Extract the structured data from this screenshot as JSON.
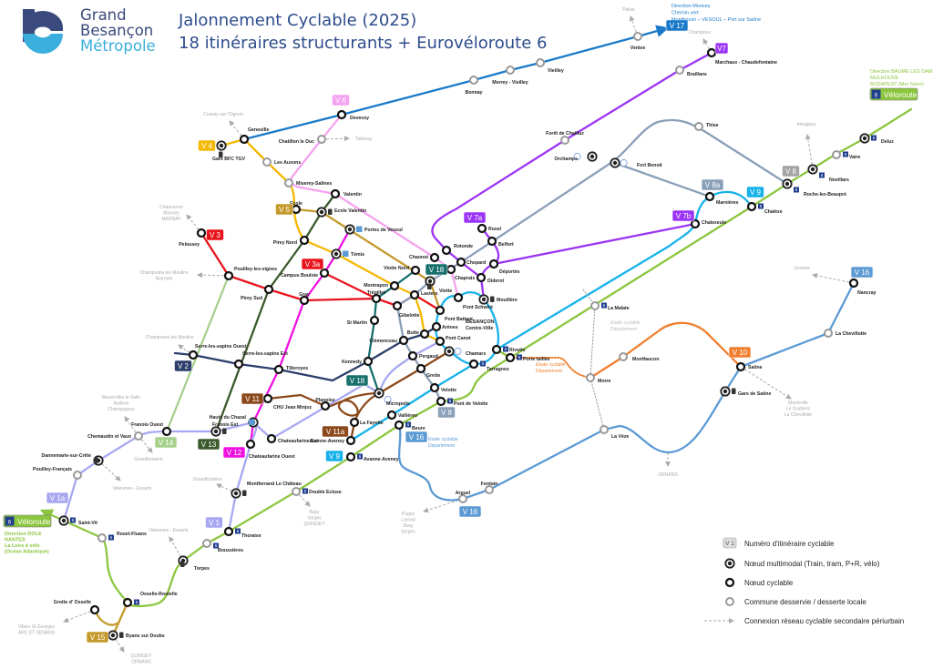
{
  "logo": {
    "line1": "Grand",
    "line2": "Besançon",
    "line3": "Métropole"
  },
  "title": {
    "line1": "Jalonnement Cyclable (2025)",
    "line2": "18 itinéraires structurants + Eurovéloroute 6"
  },
  "colors": {
    "V17": "#1a7ac9",
    "V4": "#f5b800",
    "V6": "#f5a3f0",
    "V5": "#c49a2c",
    "V3": "#e8141c",
    "V13": "#3b5a2c",
    "V12": "#f010e0",
    "V14": "#a6d08c",
    "V2": "#2c3e6a",
    "V18": "#17706c",
    "V8": "#8a9fb8",
    "V8badge": "#a3a3a3",
    "V9": "#17b2ea",
    "V7": "#9b34f5",
    "V11": "#8c4a1c",
    "V1": "#a8a8f2",
    "V10": "#f08030",
    "V16": "#5c9ad4",
    "V15": "#c49a2c",
    "EV6": "#8cc63f",
    "ev6_square": "#1f3e8c",
    "secondary": "#aaaaaa",
    "title": "#2e4c8c"
  },
  "routes": [
    {
      "id": "V17",
      "label": "V 17"
    },
    {
      "id": "V4",
      "label": "V 4"
    },
    {
      "id": "V6",
      "label": "V 6"
    },
    {
      "id": "V5",
      "label": "V 5"
    },
    {
      "id": "V3",
      "label": "V 3"
    },
    {
      "id": "V3a",
      "label": "V 3a"
    },
    {
      "id": "V18",
      "label": "V 18"
    },
    {
      "id": "V7a",
      "label": "V 7a"
    },
    {
      "id": "V7",
      "label": "V7"
    },
    {
      "id": "V7b",
      "label": "V 7b"
    },
    {
      "id": "V8a",
      "label": "V 8a"
    },
    {
      "id": "V9",
      "label": "V 9"
    },
    {
      "id": "V8",
      "label": "V 8"
    },
    {
      "id": "V10",
      "label": "V 10"
    },
    {
      "id": "V16",
      "label": "V 16"
    },
    {
      "id": "V11",
      "label": "V 11"
    },
    {
      "id": "V11a",
      "label": "V 11a"
    },
    {
      "id": "V2",
      "label": "V 2"
    },
    {
      "id": "V12",
      "label": "V 12"
    },
    {
      "id": "V13",
      "label": "V 13"
    },
    {
      "id": "V14",
      "label": "V 14"
    },
    {
      "id": "V1",
      "label": "V 1"
    },
    {
      "id": "V1a",
      "label": "V 1a"
    },
    {
      "id": "V15",
      "label": "V 15"
    }
  ],
  "eurovelo": {
    "number": "6",
    "label": "Véloroute"
  },
  "stations": {
    "geneuille": "Geneuille",
    "devecey": "Devecey",
    "bonnay": "Bonnay",
    "merrey": "Merrey - Vieilley",
    "vieilley": "Vieilley",
    "venise": "Venise",
    "gare_bfc": "Gare BFC TGV",
    "chatillon": "Chatillon le Duc",
    "auxons": "Les Auxons",
    "miserey": "Miserey-Salines",
    "valentin": "Valentin",
    "ecole": "Ecole",
    "ecole_valentin": "Ecole Valentin",
    "portes_vesoul": "Portes de Vesoul",
    "pirey_nord": "Pirey Nord",
    "temis": "Témis",
    "pelousey": "Pelousey",
    "pouilley_vignes": "Pouilley-les-vignes",
    "campus": "Campus Bouloie",
    "pirey_sud": "Pirey Sud",
    "gray": "Gray",
    "trepillot": "Trépillot",
    "montrapon": "Montrapon",
    "viotte_nord": "Viotte Nord",
    "chaonot": "Chaonot",
    "viotte": "Viotte",
    "rotonde": "Rotonde",
    "chopard": "Chopard",
    "chaprais": "Chaprais",
    "rosel": "Rosel",
    "belfort": "Belfort",
    "deportes": "Déportés",
    "diderot": "Diderot",
    "mouillere": "Mouillère",
    "lasters": "Lasters",
    "gibelotte": "Gibelotte",
    "pont_battant": "Pont Battant",
    "pont_schwint": "Pont Schwint",
    "arenes": "Arènes",
    "butte": "Butte",
    "st_martin": "St Martin",
    "clemenceau": "Clémenceau",
    "pont_canot": "Pont Canot",
    "chamars": "Chamars",
    "kennedy": "Kennedy",
    "pergaud": "Pergaud",
    "grette": "Grette",
    "micropolis": "Micropolis",
    "velotte": "Velotte",
    "pont_velotte": "Pont de Velotte",
    "vallieres": "Vallières",
    "beure": "Beure",
    "planoise": "Planoise",
    "chu": "CHU Jean Minjoz",
    "la_fayette": "La Fayette",
    "avanne1": "Avanne-Aveney",
    "avanne2": "Avanne-Aveney",
    "tarragnoz": "Tarragnoz",
    "rivotte": "Rivotte",
    "porte_taillee": "Porte taillée",
    "serre_ouest": "Serre-les-sapins Ouest",
    "serre_est": "Serre-les-sapins Est",
    "tilleroyes": "Tilleroyes",
    "hauts_chazal": "Hauts du Chazal",
    "chateaufarine_est": "Chateaufarine Est",
    "chateaufarine_ouest": "Chateaufarine Ouest",
    "franois_est": "Franois Est",
    "franois_ouest": "Franois Ouest",
    "chemaudin": "Chemaudin et Vaux",
    "dannemarie": "Dannemarie-sur-Crête",
    "pouilley_fr": "Pouilley-Français",
    "saint_vit": "Saint-Vit",
    "roset": "Roset-Fluans",
    "osselle_routelle": "Osselle-Routelle",
    "grotte": "Grotte d' Osselle",
    "byans": "Byans sur Doubs",
    "torpes": "Torpes",
    "boussieres": "Boussières",
    "thoraise": "Thoraise",
    "montferrand": "Montferrand Le Château",
    "double_ecluse": "Double Ecluse",
    "la_malate": "La Malate",
    "montfaucon": "Montfaucon",
    "morre": "Morre",
    "la_veze": "La Vèze",
    "saone": "Saône",
    "gare_saone": "Gare de Saône",
    "chevillotte": "La Chevillotte",
    "nancray": "Nancray",
    "fontain": "Fontain",
    "arguel": "Arguel",
    "fort_benoit": "Fort Benoit",
    "orchamps": "Orchamps",
    "foret_chailluz": "Forêt de Chailluz",
    "thise": "Thise",
    "roche": "Roche-lez-Beaupré",
    "novillars": "Novillars",
    "vaire": "Vaire",
    "deluz": "Deluz",
    "chalezeule": "Chalezeule",
    "marnieres": "Marnières",
    "chaleze": "Chalèze",
    "marchaux": "Marchaux - Chaudefontaine",
    "braillans": "Braillans"
  },
  "secondary_connections": [
    [
      "Palise"
    ],
    [
      "Champoux"
    ],
    [
      "Cussey sur l'Ognon"
    ],
    [
      "Tallenay"
    ],
    [
      "Chaucenne",
      "Moncey",
      "MARNAY"
    ],
    [
      "Champvans les Moulins",
      "Noironte"
    ],
    [
      "Champvans les Moulins"
    ],
    [
      "Mazerolles le Salin",
      "Audeux",
      "Champagney"
    ],
    [
      "Grandfontaine"
    ],
    [
      "Velesmes - Essarts"
    ],
    [
      "Grandfontaine"
    ],
    [
      "Velesmes - Essarts"
    ],
    [
      "Villars St Georges",
      "ARC ET SENANS"
    ],
    [
      "QUINGEY",
      "ORNANS"
    ],
    [
      "Busy",
      "Vorges",
      "QUINGEY"
    ],
    [
      "Pugey",
      "Larnod",
      "Busy",
      "Vorges"
    ],
    [
      "ORNANS"
    ],
    [
      "Mamirolle",
      "Le Gratteris",
      "La Chevillotte"
    ],
    [
      "Gennes"
    ],
    [
      "Amagney"
    ]
  ],
  "directions": {
    "north": [
      "Direction Moncey",
      "Chemin vert",
      "Montbozon – VESOUL – Port sur Saône"
    ],
    "east": [
      "Direction BAUME LES DAMES",
      "MULHOUSE",
      "BUDAPEST (Mer Noire)"
    ],
    "west": [
      "Direction DOLE",
      "NANTES",
      "La Loire à vélo",
      "(Océan Atlantique)"
    ]
  },
  "studies": {
    "gray": [
      "Etude cyclable",
      "Département"
    ],
    "orange": [
      "Etude cyclable",
      "Département"
    ],
    "blue": [
      "Etude cyclable",
      "Département"
    ]
  },
  "city_center": [
    "BESANÇON",
    "Centre-Ville"
  ],
  "legend": {
    "badge_sample": "V 1",
    "route_number": "Numéro d'itinéraire cyclable",
    "multimodal": "Nœud multimodal (Train, tram, P+R, vélo)",
    "cycle_node": "Nœud cyclable",
    "commune": "Commune desservie / desserte locale",
    "secondary": "Connexion réseau cyclable secondaire périurbain"
  }
}
